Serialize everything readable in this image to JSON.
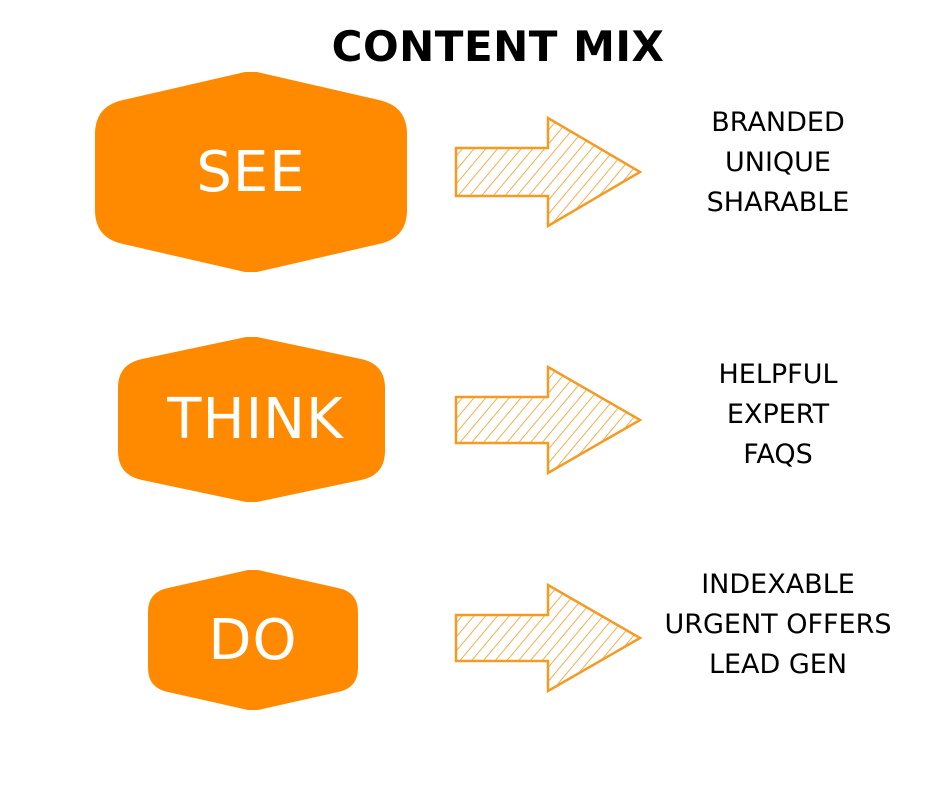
{
  "title": "CONTENT MIX",
  "colors": {
    "stage_fill": "#FF8A00",
    "arrow_stroke": "#F59A23",
    "text": "#000000"
  },
  "stages": [
    {
      "label": "SEE",
      "items": [
        "BRANDED",
        "UNIQUE",
        "SHARABLE"
      ]
    },
    {
      "label": "THINK",
      "items": [
        "HELPFUL",
        "EXPERT",
        "FAQS"
      ]
    },
    {
      "label": "DO",
      "items": [
        "INDEXABLE",
        "URGENT OFFERS",
        "LEAD GEN"
      ]
    }
  ]
}
